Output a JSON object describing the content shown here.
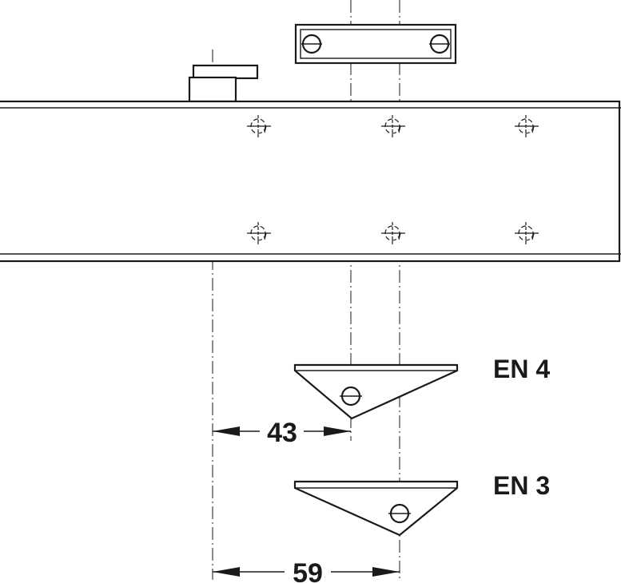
{
  "labels": {
    "en4": "EN 4",
    "en3": "EN 3"
  },
  "dimensions": {
    "en4_offset": "43",
    "en3_offset": "59"
  }
}
